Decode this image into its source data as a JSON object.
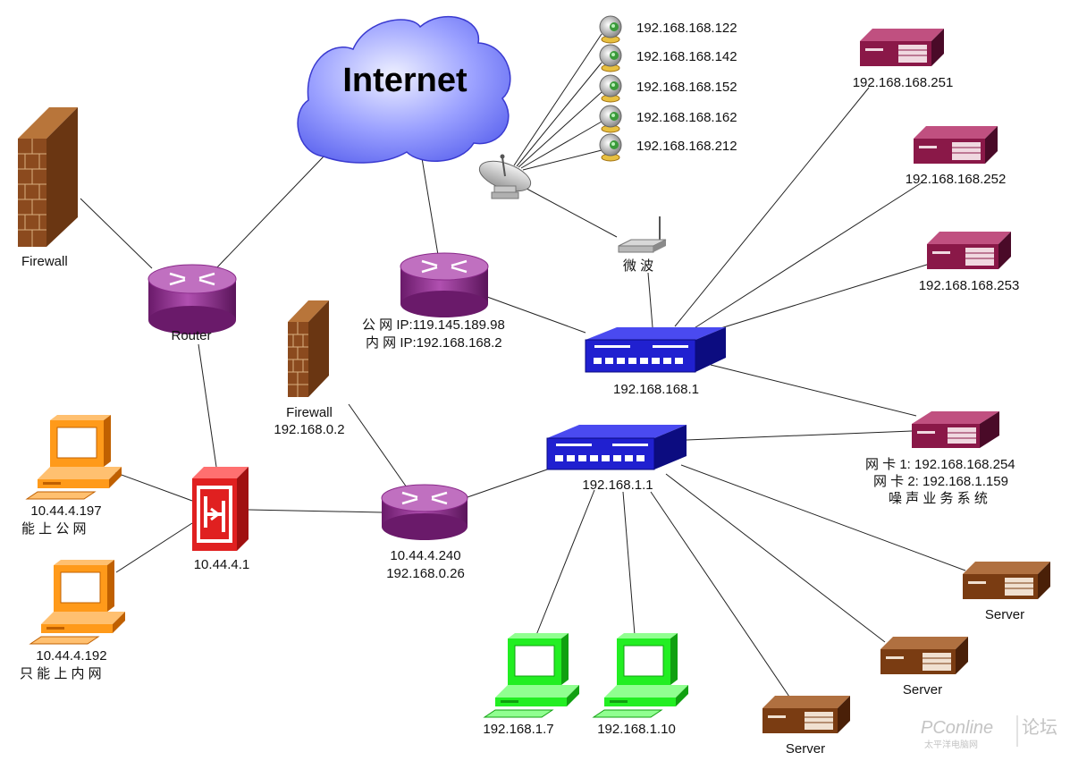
{
  "internet": {
    "label": "Internet"
  },
  "firewall_left": {
    "label": "Firewall"
  },
  "router_main": {
    "label": "Router"
  },
  "firewall_mid": {
    "label": "Firewall",
    "ip": "192.168.0.2"
  },
  "router_public": {
    "line1": "公 网 IP:119.145.189.98",
    "line2": "内 网 IP:192.168.168.2"
  },
  "router_core": {
    "line1": "10.44.4.240",
    "line2": "192.168.0.26"
  },
  "gateway": {
    "label": "10.44.4.1"
  },
  "switch_168": {
    "label": "192.168.168.1"
  },
  "switch_1": {
    "label": "192.168.1.1"
  },
  "microwave": {
    "label": "微 波"
  },
  "cameras": [
    {
      "label": "192.168.168.122"
    },
    {
      "label": "192.168.168.142"
    },
    {
      "label": "192.168.168.152"
    },
    {
      "label": "192.168.168.162"
    },
    {
      "label": "192.168.168.212"
    }
  ],
  "servers_168": [
    {
      "label": "192.168.168.251"
    },
    {
      "label": "192.168.168.252"
    },
    {
      "label": "192.168.168.253"
    }
  ],
  "noise_server": {
    "line1": "网 卡 1:   192.168.168.254",
    "line2": "网 卡 2:   192.168.1.159",
    "line3": "噪 声 业 务 系 统"
  },
  "pcs_orange": [
    {
      "line1": "10.44.4.197",
      "line2": "能 上 公 网"
    },
    {
      "line1": "10.44.4.192",
      "line2": "只 能 上 内 网"
    }
  ],
  "pcs_green": [
    {
      "label": "192.168.1.7"
    },
    {
      "label": "192.168.1.10"
    }
  ],
  "servers_1": [
    {
      "label": "Server"
    },
    {
      "label": "Server"
    },
    {
      "label": "Server"
    }
  ],
  "watermark": {
    "text": "PConline",
    "suffix": "论坛",
    "sub": "太平洋电脑网"
  },
  "colors": {
    "cloud": "#8890ff",
    "router": "#9b2f9b",
    "switch": "#2020d0",
    "server_maroon": "#8a1848",
    "server_brown": "#7a3c12",
    "pc_orange": "#ff9a1a",
    "pc_green": "#22ee22",
    "firewall": "#8b4a1e",
    "gateway": "#e02020"
  }
}
